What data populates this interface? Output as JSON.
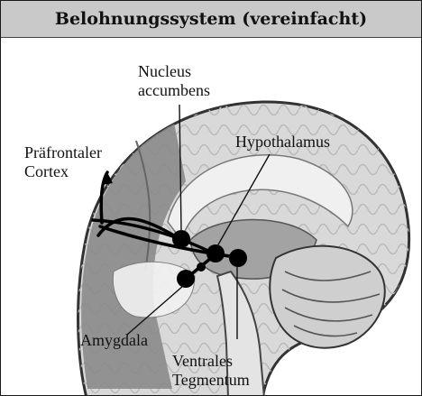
{
  "title": "Belohnungssystem (vereinfacht)",
  "labels": {
    "nucleus_accumbens": [
      "Nucleus",
      "accumbens"
    ],
    "hypothalamus": "Hypothalamus",
    "praefrontaler_cortex": [
      "Präfrontaler",
      "Cortex"
    ],
    "amygdala": "Amygdala",
    "ventrales_tegmentum": [
      "Ventrales",
      "Tegmentum"
    ]
  },
  "colors": {
    "title_background": "#c9c9c9",
    "cortex_dark": "#8a8a8a",
    "cortex_light": "#d4d4d4",
    "nucleus_marker": "#000000"
  }
}
